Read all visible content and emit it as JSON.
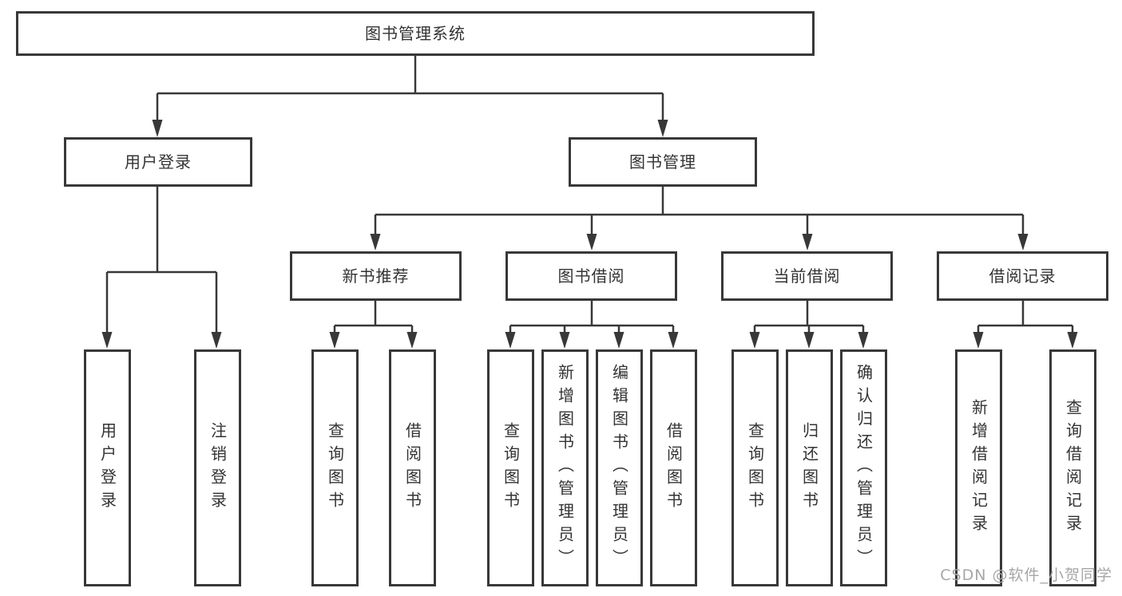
{
  "diagram": {
    "root": {
      "label": "图书管理系统"
    },
    "user_login": {
      "label": "用户登录",
      "children": [
        "用户登录",
        "注销登录"
      ]
    },
    "book_mgmt": {
      "label": "图书管理"
    },
    "new_book": {
      "label": "新书推荐",
      "children": [
        "查询图书",
        "借阅图书"
      ]
    },
    "book_borrow": {
      "label": "图书借阅",
      "children": [
        "查询图书",
        "新增图书（管理员）",
        "编辑图书（管理员）",
        "借阅图书"
      ]
    },
    "current_borrow": {
      "label": "当前借阅",
      "children": [
        "查询图书",
        "归还图书",
        "确认归还（管理员）"
      ]
    },
    "borrow_record": {
      "label": "借阅记录",
      "children": [
        "新增借阅记录",
        "查询借阅记录"
      ]
    }
  },
  "watermark": {
    "text": "CSDN @软件_小贺同学"
  },
  "colors": {
    "line": "#383838",
    "box_border": "#383838",
    "text": "#333333",
    "watermark": "#a6a6a6",
    "background": "#ffffff"
  }
}
